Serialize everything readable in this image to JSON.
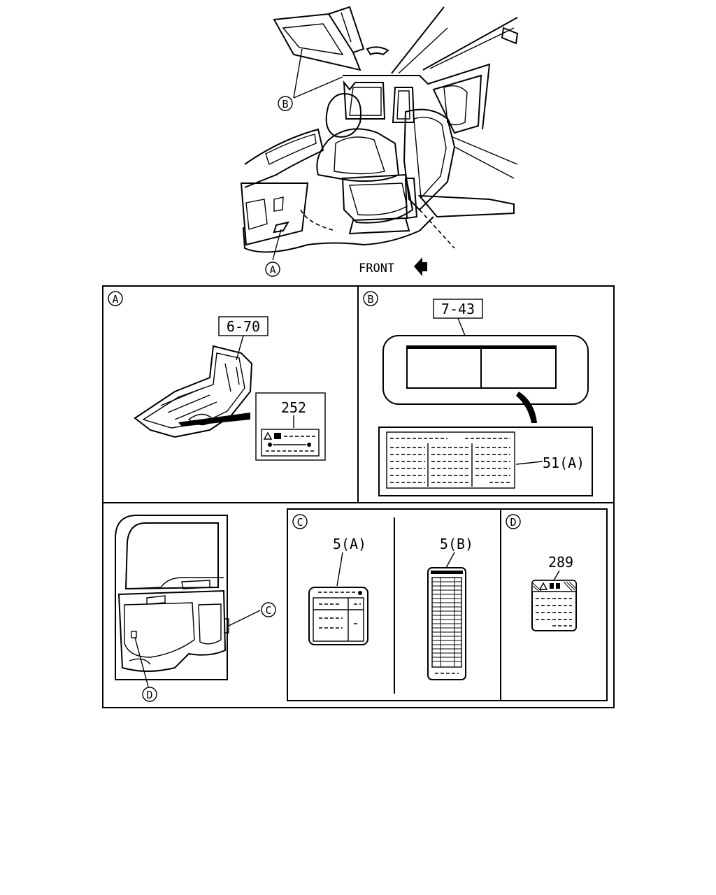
{
  "overview": {
    "front_label": "FRONT",
    "callouts": {
      "a": "A",
      "b": "B"
    }
  },
  "panels": {
    "a": {
      "letter": "A",
      "ref": "6-70",
      "part": "252"
    },
    "b": {
      "letter": "B",
      "ref": "7-43",
      "part": "51(A)"
    },
    "door": {
      "callouts": {
        "c": "C",
        "d": "D"
      }
    },
    "c": {
      "letter": "C",
      "part_left": "5(A)",
      "part_right": "5(B)"
    },
    "d": {
      "letter": "D",
      "part": "289"
    }
  },
  "colors": {
    "line": "#000000",
    "background": "#ffffff"
  }
}
